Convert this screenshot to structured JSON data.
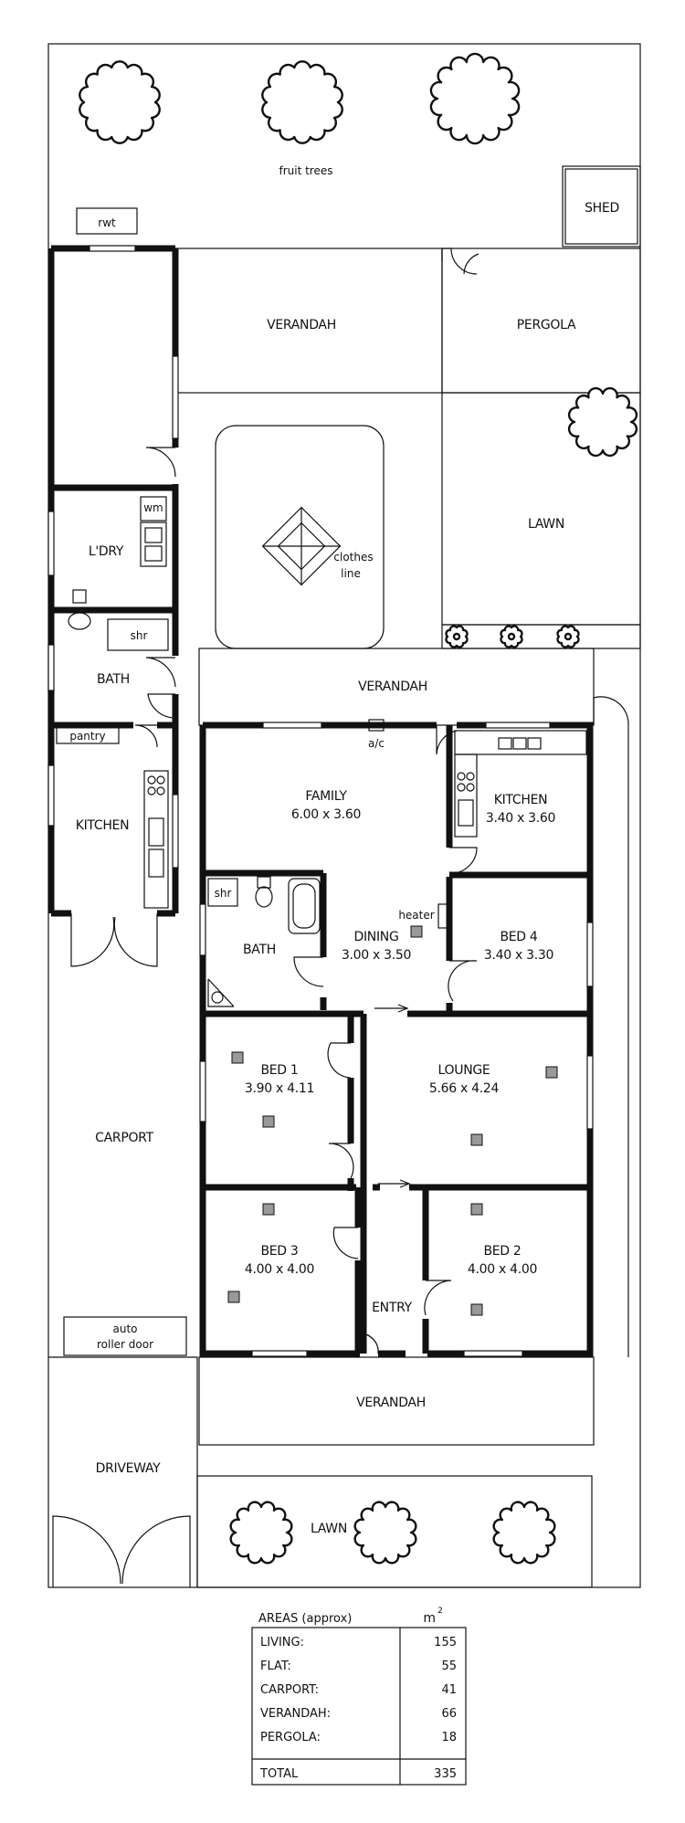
{
  "site": {
    "fruit_trees": "fruit trees",
    "rwt": "rwt",
    "shed": "SHED",
    "carport": "CARPORT",
    "auto_roller_door": [
      "auto",
      "roller door"
    ],
    "driveway": "DRIVEWAY"
  },
  "outdoor": {
    "rear_verandah": "VERANDAH",
    "pergola": "PERGOLA",
    "lawn_rear": "LAWN",
    "clothes_line": [
      "clothes",
      "line"
    ],
    "mid_verandah": "VERANDAH",
    "front_verandah": "VERANDAH",
    "lawn_front": "LAWN"
  },
  "flat": {
    "laundry": "L'DRY",
    "wm": "wm",
    "bath": "BATH",
    "shr": "shr",
    "pantry": "pantry",
    "kitchen": "KITCHEN"
  },
  "house": {
    "family": {
      "name": "FAMILY",
      "size": "6.00 x 3.60"
    },
    "ac": "a/c",
    "kitchen": {
      "name": "KITCHEN",
      "size": "3.40 x 3.60"
    },
    "heater": "heater",
    "dining": {
      "name": "DINING",
      "size": "3.00 x 3.50"
    },
    "bath": "BATH",
    "shr": "shr",
    "bed4": {
      "name": "BED 4",
      "size": "3.40 x 3.30"
    },
    "bed1": {
      "name": "BED 1",
      "size": "3.90 x 4.11"
    },
    "lounge": {
      "name": "LOUNGE",
      "size": "5.66 x 4.24"
    },
    "bed3": {
      "name": "BED 3",
      "size": "4.00 x 4.00"
    },
    "bed2": {
      "name": "BED 2",
      "size": "4.00 x 4.00"
    },
    "entry": "ENTRY"
  },
  "areas": {
    "title": "AREAS (approx)",
    "unit": "m",
    "unit_sup": "2",
    "rows": [
      {
        "label": "LIVING:",
        "value": "155"
      },
      {
        "label": "FLAT:",
        "value": "55"
      },
      {
        "label": "CARPORT:",
        "value": "41"
      },
      {
        "label": "VERANDAH:",
        "value": "66"
      },
      {
        "label": "PERGOLA:",
        "value": "18"
      }
    ],
    "total_label": "TOTAL",
    "total_value": "335"
  }
}
